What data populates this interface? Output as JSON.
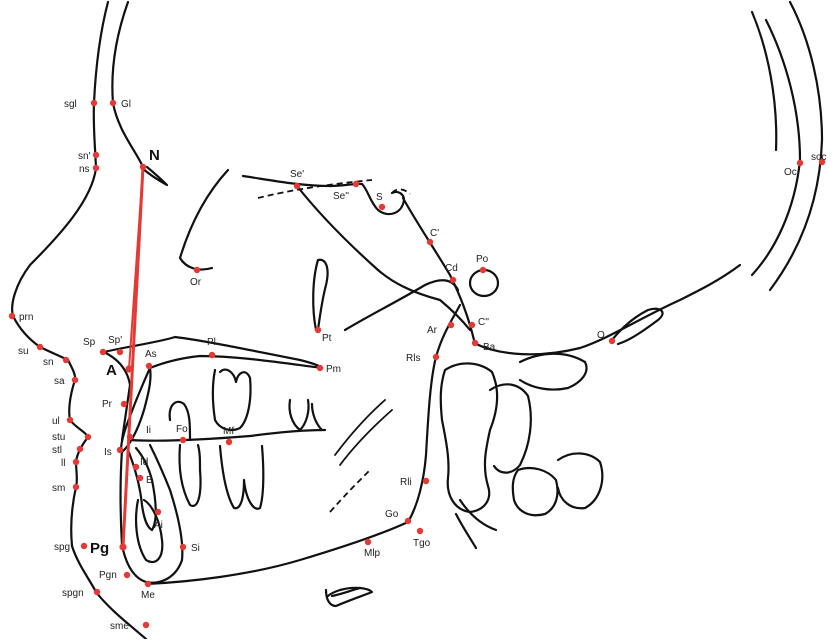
{
  "diagram": {
    "landmark_color": "#e53935",
    "line_color": "#e53935",
    "outline_color": "#111111",
    "landmarks": [
      {
        "id": "sgl",
        "label": "sgl"
      },
      {
        "id": "Gl",
        "label": "Gl"
      },
      {
        "id": "sn_prime",
        "label": "sn'"
      },
      {
        "id": "ns",
        "label": "ns"
      },
      {
        "id": "N",
        "label": "N"
      },
      {
        "id": "Se_prime",
        "label": "Se'"
      },
      {
        "id": "Se_dprime",
        "label": "Se''"
      },
      {
        "id": "S",
        "label": "S"
      },
      {
        "id": "Oc",
        "label": "Oc"
      },
      {
        "id": "soc",
        "label": "soc"
      },
      {
        "id": "C_prime",
        "label": "C'"
      },
      {
        "id": "Cd",
        "label": "Cd"
      },
      {
        "id": "Po",
        "label": "Po"
      },
      {
        "id": "Or",
        "label": "Or"
      },
      {
        "id": "Pt",
        "label": "Pt"
      },
      {
        "id": "prn",
        "label": "prn"
      },
      {
        "id": "Ar",
        "label": "Ar"
      },
      {
        "id": "C_dprime",
        "label": "C''"
      },
      {
        "id": "Ba",
        "label": "Ba"
      },
      {
        "id": "O",
        "label": "O"
      },
      {
        "id": "Sp",
        "label": "Sp"
      },
      {
        "id": "Sp_prime",
        "label": "Sp'"
      },
      {
        "id": "Pl",
        "label": "Pl"
      },
      {
        "id": "su",
        "label": "su"
      },
      {
        "id": "sn",
        "label": "sn"
      },
      {
        "id": "As",
        "label": "As"
      },
      {
        "id": "Pm",
        "label": "Pm"
      },
      {
        "id": "Rls",
        "label": "Rls"
      },
      {
        "id": "A",
        "label": "A"
      },
      {
        "id": "sa",
        "label": "sa"
      },
      {
        "id": "Pr",
        "label": "Pr"
      },
      {
        "id": "ul",
        "label": "ul"
      },
      {
        "id": "Ii",
        "label": "Ii"
      },
      {
        "id": "Fo",
        "label": "Fo"
      },
      {
        "id": "Mf",
        "label": "Mf"
      },
      {
        "id": "stu",
        "label": "stu"
      },
      {
        "id": "stl",
        "label": "stl"
      },
      {
        "id": "Is",
        "label": "Is"
      },
      {
        "id": "Id",
        "label": "Id"
      },
      {
        "id": "ll",
        "label": "ll"
      },
      {
        "id": "B",
        "label": "B"
      },
      {
        "id": "Rli",
        "label": "Rli"
      },
      {
        "id": "sm",
        "label": "sm"
      },
      {
        "id": "Go",
        "label": "Go"
      },
      {
        "id": "Ai",
        "label": "Ai"
      },
      {
        "id": "Tgo",
        "label": "Tgo"
      },
      {
        "id": "spg",
        "label": "spg"
      },
      {
        "id": "Pg",
        "label": "Pg"
      },
      {
        "id": "Si",
        "label": "Si"
      },
      {
        "id": "Mlp",
        "label": "Mlp"
      },
      {
        "id": "Pgn",
        "label": "Pgn"
      },
      {
        "id": "Me",
        "label": "Me"
      },
      {
        "id": "spgn",
        "label": "spgn"
      },
      {
        "id": "sme",
        "label": "sme"
      }
    ]
  }
}
